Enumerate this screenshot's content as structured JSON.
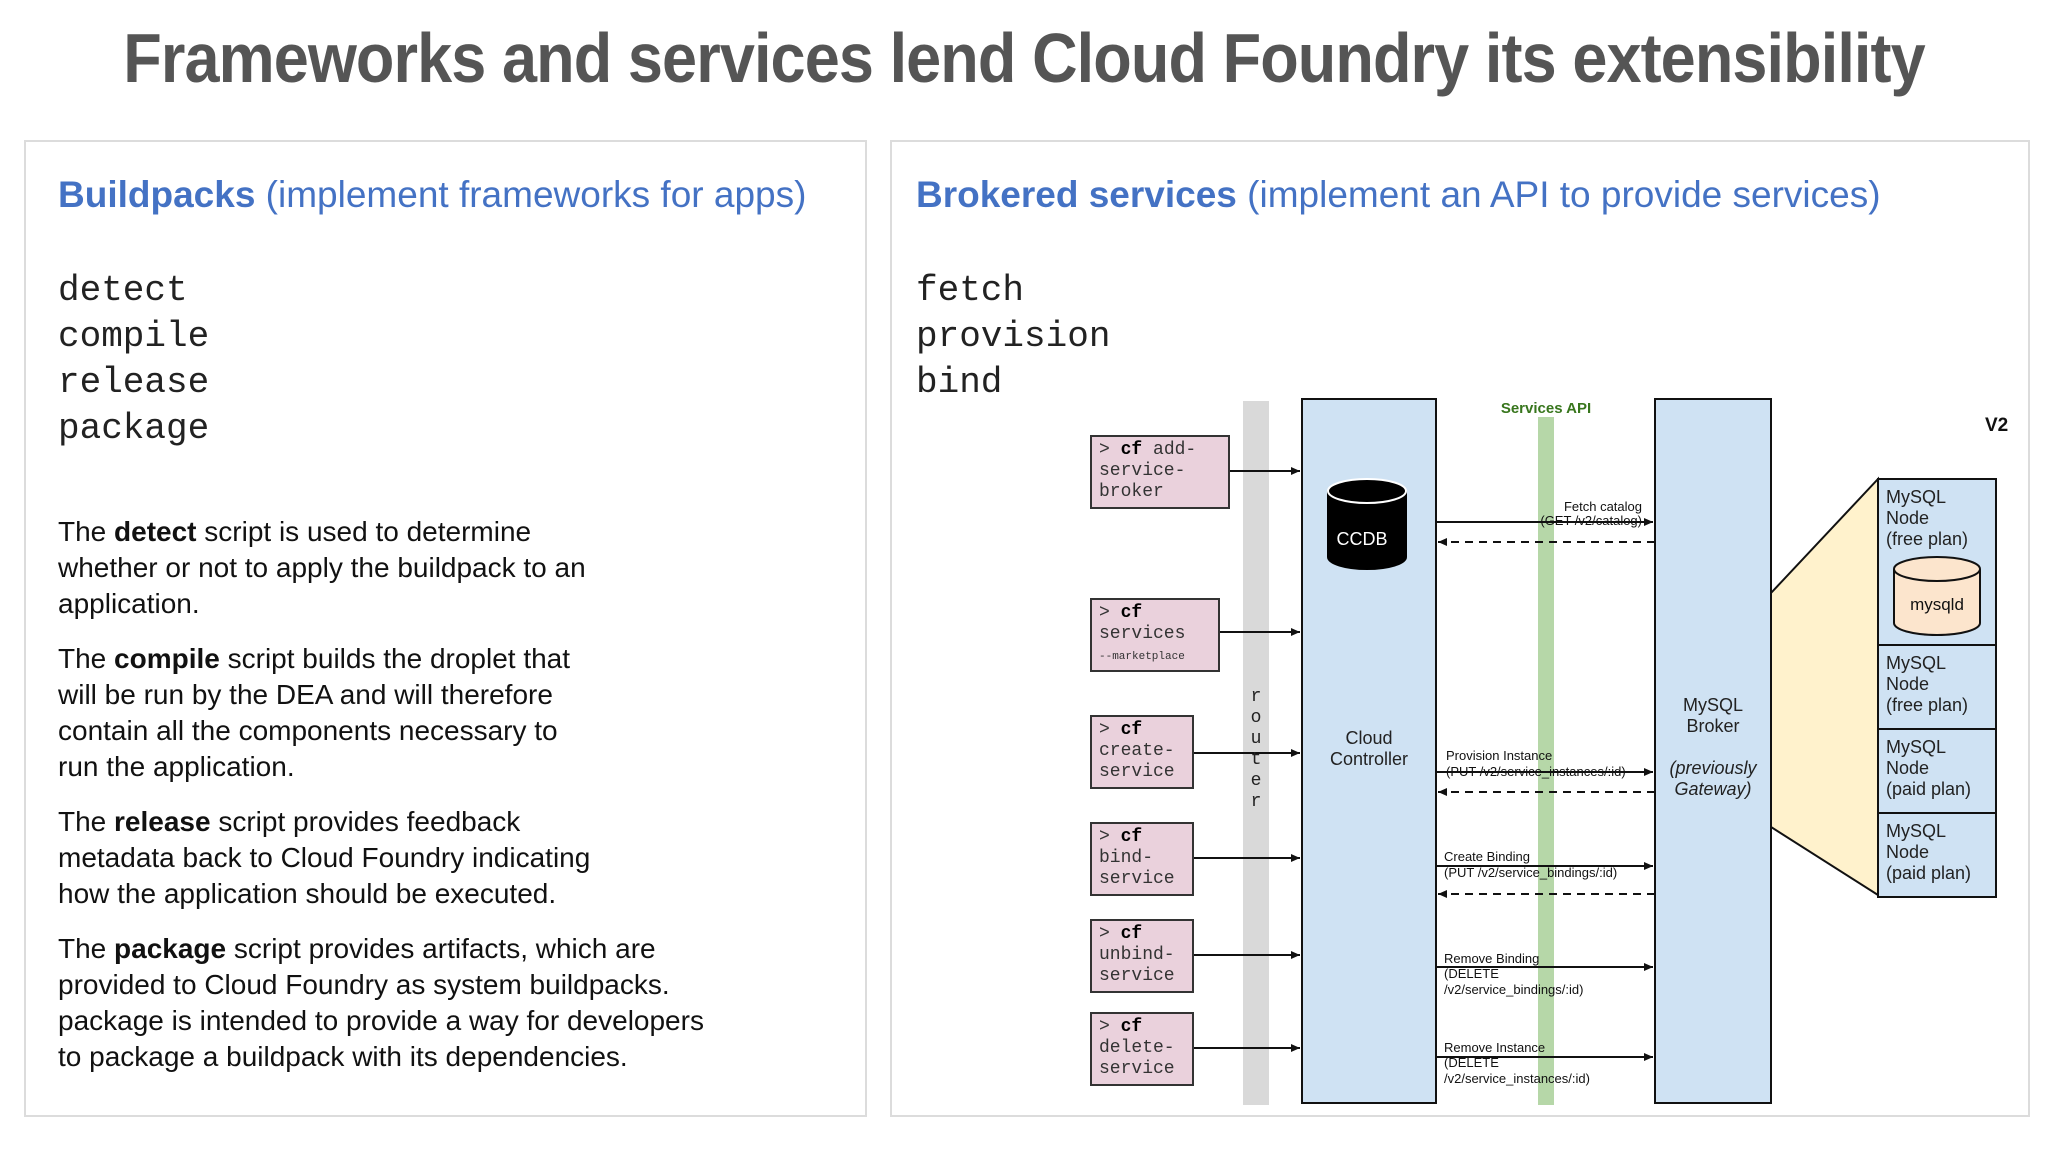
{
  "title": "Frameworks and services lend Cloud Foundry its extensibility",
  "left": {
    "title_bold": "Buildpacks",
    "title_rest": " (implement frameworks for apps)",
    "commands": [
      "detect",
      "compile",
      "release",
      "package"
    ],
    "paragraphs": [
      {
        "pre": "The ",
        "bold": "detect",
        "post": " script is used to determine\nwhether or not to apply the buildpack to an\napplication."
      },
      {
        "pre": "The ",
        "bold": "compile",
        "post": " script builds the droplet that\nwill be run by the DEA and will therefore\ncontain all the components necessary to\nrun the application."
      },
      {
        "pre": "The ",
        "bold": "release",
        "post": " script provides feedback\nmetadata back to Cloud Foundry indicating\nhow the application should be executed."
      },
      {
        "pre": "The ",
        "bold": "package",
        "post": " script provides artifacts, which are\nprovided to Cloud Foundry as system buildpacks.\npackage is intended to provide a way for developers\nto package a buildpack with its dependencies."
      }
    ]
  },
  "right": {
    "title_bold": "Brokered services",
    "title_rest": " (implement an API to provide services)",
    "commands": [
      "fetch",
      "provision",
      "bind"
    ]
  },
  "diagram": {
    "version": "V2",
    "services_api": "Services API",
    "router_label": "router",
    "ccdb": "CCDB",
    "cloud_controller": "Cloud\nController",
    "broker_name": "MySQL\nBroker",
    "broker_note": "(previously\nGateway)",
    "mysqld": "mysqld",
    "terminals": [
      {
        "prompt": "> ",
        "cmd": "cf",
        "rest": " add-\nservice-\nbroker",
        "small": ""
      },
      {
        "prompt": "> ",
        "cmd": "cf",
        "rest": "\nservices",
        "small": "--marketplace"
      },
      {
        "prompt": "> ",
        "cmd": "cf",
        "rest": "\ncreate-\nservice",
        "small": ""
      },
      {
        "prompt": "> ",
        "cmd": "cf",
        "rest": "\nbind-\nservice",
        "small": ""
      },
      {
        "prompt": "> ",
        "cmd": "cf",
        "rest": "\nunbind-\nservice",
        "small": ""
      },
      {
        "prompt": "> ",
        "cmd": "cf",
        "rest": "\ndelete-\nservice",
        "small": ""
      }
    ],
    "api_calls": [
      {
        "label": "Fetch catalog",
        "path": "(GET /v2/catalog)"
      },
      {
        "label": "Provision Instance",
        "path": "(PUT /v2/service_instances/:id)"
      },
      {
        "label": "Create Binding",
        "path": "(PUT /v2/service_bindings/:id)"
      },
      {
        "label": "Remove Binding",
        "path": "(DELETE\n/v2/service_bindings/:id)"
      },
      {
        "label": "Remove Instance",
        "path": "(DELETE\n/v2/service_instances/:id)"
      }
    ],
    "nodes": [
      "MySQL\nNode\n(free plan)",
      "MySQL\nNode\n(free plan)",
      "MySQL\nNode\n(paid plan)",
      "MySQL\nNode\n(paid plan)"
    ],
    "colors": {
      "blue_fill": "#cfe2f3",
      "terminal_fill": "#ead1dc",
      "api_band": "#b6d7a8",
      "router_band": "#d9d9d9",
      "fan": "#fff2cc",
      "mysqld_fill": "#fce5cd",
      "accent": "#4472c4",
      "services_api_text": "#38761d"
    }
  }
}
